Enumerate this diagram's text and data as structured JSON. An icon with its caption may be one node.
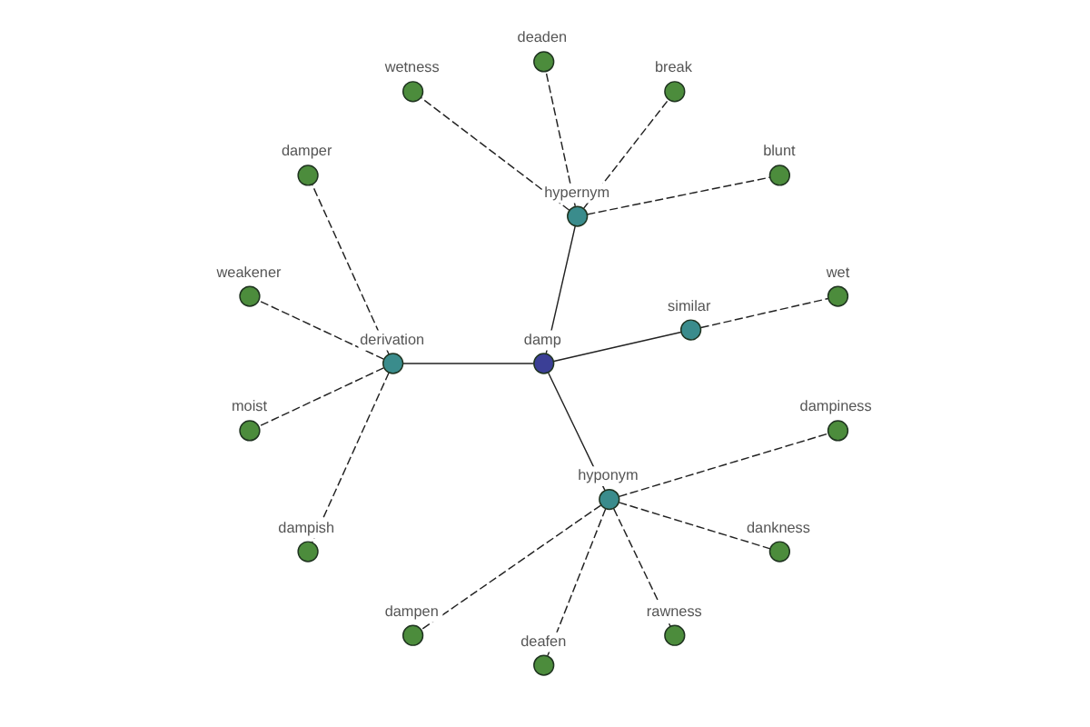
{
  "diagram": {
    "nodes": [
      {
        "text": [
          "damp"
        ]
      },
      {
        "text": [
          "similar"
        ]
      },
      {
        "text": [
          "wet"
        ]
      },
      {
        "text": [
          "hypernym"
        ]
      },
      {
        "text": [
          "blunt"
        ]
      },
      {
        "text": [
          "break"
        ]
      },
      {
        "text": [
          "deaden"
        ]
      },
      {
        "text": [
          "wetness"
        ]
      },
      {
        "text": [
          "derivation"
        ]
      },
      {
        "text": [
          "damper"
        ]
      },
      {
        "text": [
          "weakener"
        ]
      },
      {
        "text": [
          "moist"
        ]
      },
      {
        "text": [
          "dampish"
        ]
      },
      {
        "text": [
          "hyponym"
        ]
      },
      {
        "text": [
          "dampen"
        ]
      },
      {
        "text": [
          "deafen"
        ]
      },
      {
        "text": [
          "rawness"
        ]
      },
      {
        "text": [
          "dankness"
        ]
      },
      {
        "text": [
          "dampiness"
        ]
      }
    ],
    "edges": [
      {
        "from": 0,
        "to": 1,
        "arrow": "none"
      },
      {
        "from": 1,
        "to": 2,
        "arrow": "none",
        "style": "dashed"
      },
      {
        "from": 0,
        "to": 3,
        "arrow": "none"
      },
      {
        "from": 3,
        "to": 4,
        "arrow": "none",
        "style": "dashed"
      },
      {
        "from": 3,
        "to": 5,
        "arrow": "none",
        "style": "dashed"
      },
      {
        "from": 3,
        "to": 6,
        "arrow": "none",
        "style": "dashed"
      },
      {
        "from": 3,
        "to": 7,
        "arrow": "none",
        "style": "dashed"
      },
      {
        "from": 0,
        "to": 8,
        "arrow": "none"
      },
      {
        "from": 8,
        "to": 9,
        "arrow": "none",
        "style": "dashed"
      },
      {
        "from": 8,
        "to": 10,
        "arrow": "none",
        "style": "dashed"
      },
      {
        "from": 8,
        "to": 11,
        "arrow": "none",
        "style": "dashed"
      },
      {
        "from": 8,
        "to": 12,
        "arrow": "none",
        "style": "dashed"
      },
      {
        "from": 0,
        "to": 13,
        "arrow": "none"
      },
      {
        "from": 13,
        "to": 14,
        "arrow": "none",
        "style": "dashed"
      },
      {
        "from": 13,
        "to": 15,
        "arrow": "none",
        "style": "dashed"
      },
      {
        "from": 13,
        "to": 16,
        "arrow": "none",
        "style": "dashed"
      },
      {
        "from": 13,
        "to": 17,
        "arrow": "none",
        "style": "dashed"
      },
      {
        "from": 13,
        "to": 18,
        "arrow": "none",
        "style": "dashed"
      }
    ]
  }
}
